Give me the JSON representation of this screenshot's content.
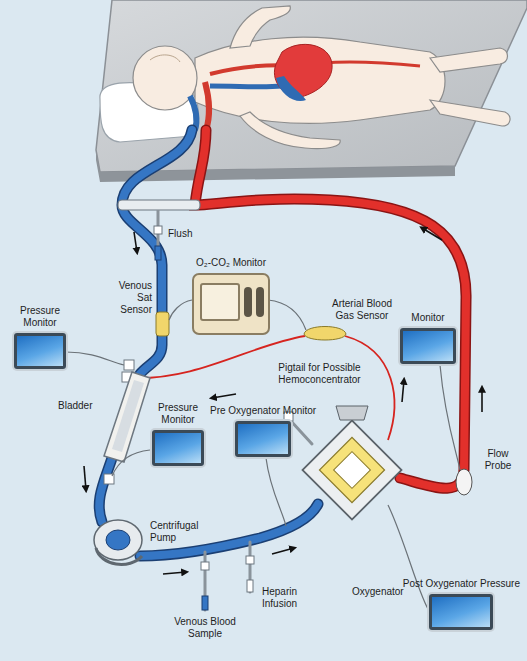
{
  "diagram": {
    "nodes": [
      {
        "text": [
          "O₂-CO₂ Monitor"
        ]
      },
      {
        "text": [
          "Pressure Monitor"
        ]
      },
      {
        "text": [
          "Monitor"
        ]
      },
      {
        "text": [
          "Pressure Monitor"
        ]
      },
      {
        "text": [
          "Pre Oxygenator Monitor"
        ]
      },
      {
        "text": [
          "Post Oxygenator Pressure"
        ]
      }
    ],
    "labels": [
      "Flush",
      "Venous Sat Sensor",
      "Arterial Blood Gas Sensor",
      "Pigtail for Possible Hemoconcentrator",
      "Bladder",
      "Flow Probe",
      "Centrifugal Pump",
      "Oxygenator",
      "Heparin Infusion",
      "Venous Blood Sample"
    ]
  }
}
